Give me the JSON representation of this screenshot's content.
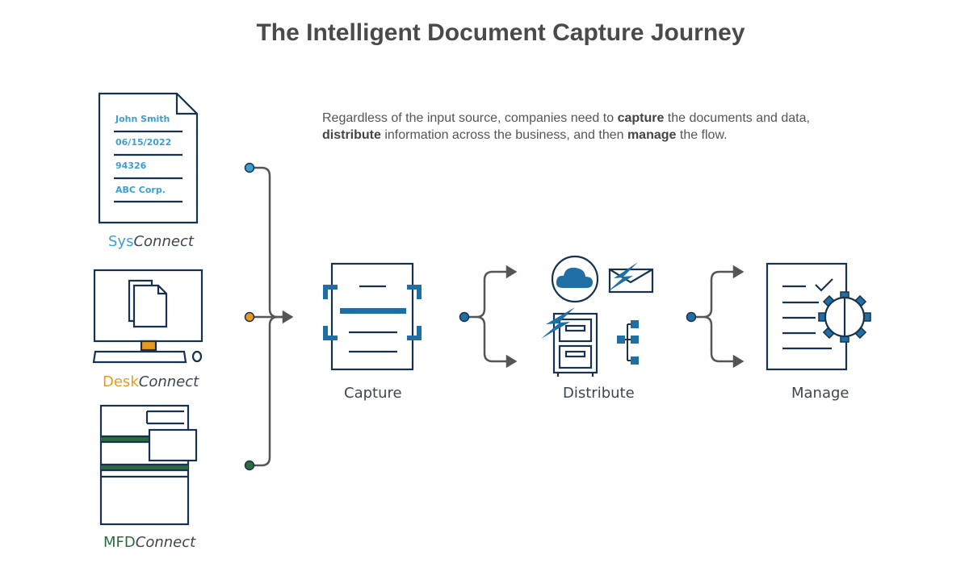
{
  "title": "The Intelligent Document Capture Journey",
  "intro": {
    "t1": "Regardless of the input source, companies need to ",
    "b1": "capture",
    "t2": " the documents and data, ",
    "b2": "distribute",
    "t3": " information across the business, and then ",
    "b3": "manage",
    "t4": " the flow."
  },
  "form_fields": [
    "John Smith",
    "06/15/2022",
    "94326",
    "ABC Corp."
  ],
  "sources": [
    {
      "prefix": "Sys",
      "suffix": "Connect",
      "color": "#3d9fd1"
    },
    {
      "prefix": "Desk",
      "suffix": "Connect",
      "color": "#e99a1c"
    },
    {
      "prefix": "MFD",
      "suffix": "Connect",
      "color": "#2e6b3c"
    }
  ],
  "steps": [
    "Capture",
    "Distribute",
    "Manage"
  ],
  "colors": {
    "navy": "#17324e",
    "blue": "#1f6fa5",
    "connector": "#555555"
  }
}
